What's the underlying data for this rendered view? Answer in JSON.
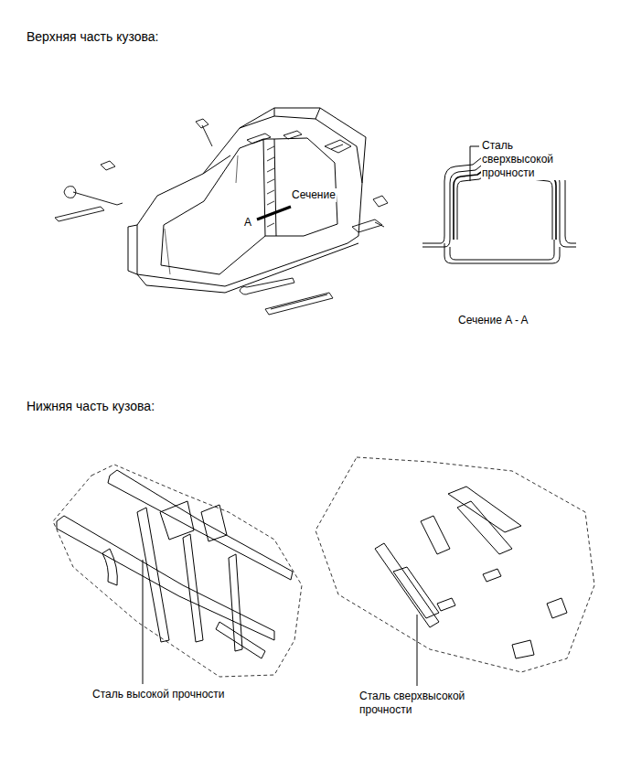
{
  "diagram": {
    "labels": [
      "Верхняя часть кузова:",
      "Сечение",
      "A",
      "Сталь сверхвысокой прочности",
      "Сечение A - A",
      "Нижняя часть кузова:",
      "Сталь высокой прочности",
      "Сталь сверхвысокой прочности"
    ]
  }
}
